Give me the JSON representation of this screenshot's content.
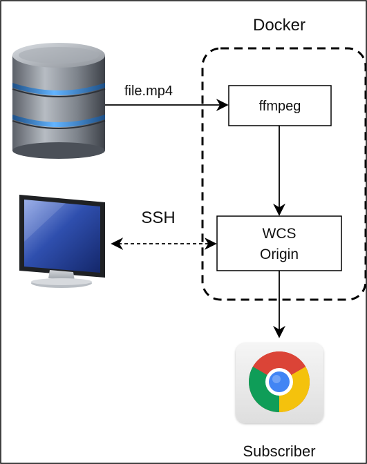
{
  "diagram": {
    "labels": {
      "docker": "Docker",
      "file_edge": "file.mp4",
      "ssh_edge": "SSH",
      "subscriber": "Subscriber"
    },
    "nodes": {
      "ffmpeg": "ffmpeg",
      "wcs_line1": "WCS",
      "wcs_line2": "Origin"
    },
    "icons": {
      "storage": "database-icon",
      "admin": "monitor-icon",
      "player": "chrome-browser-icon"
    },
    "colors": {
      "stroke": "#000000",
      "db_metal": "#8a8f96",
      "db_ring": "#3b8fd8",
      "monitor_screen": "#2c4fa8",
      "chrome_red": "#db4437",
      "chrome_yellow": "#f4c20d",
      "chrome_green": "#0f9d58",
      "chrome_blue": "#4285f4"
    }
  }
}
